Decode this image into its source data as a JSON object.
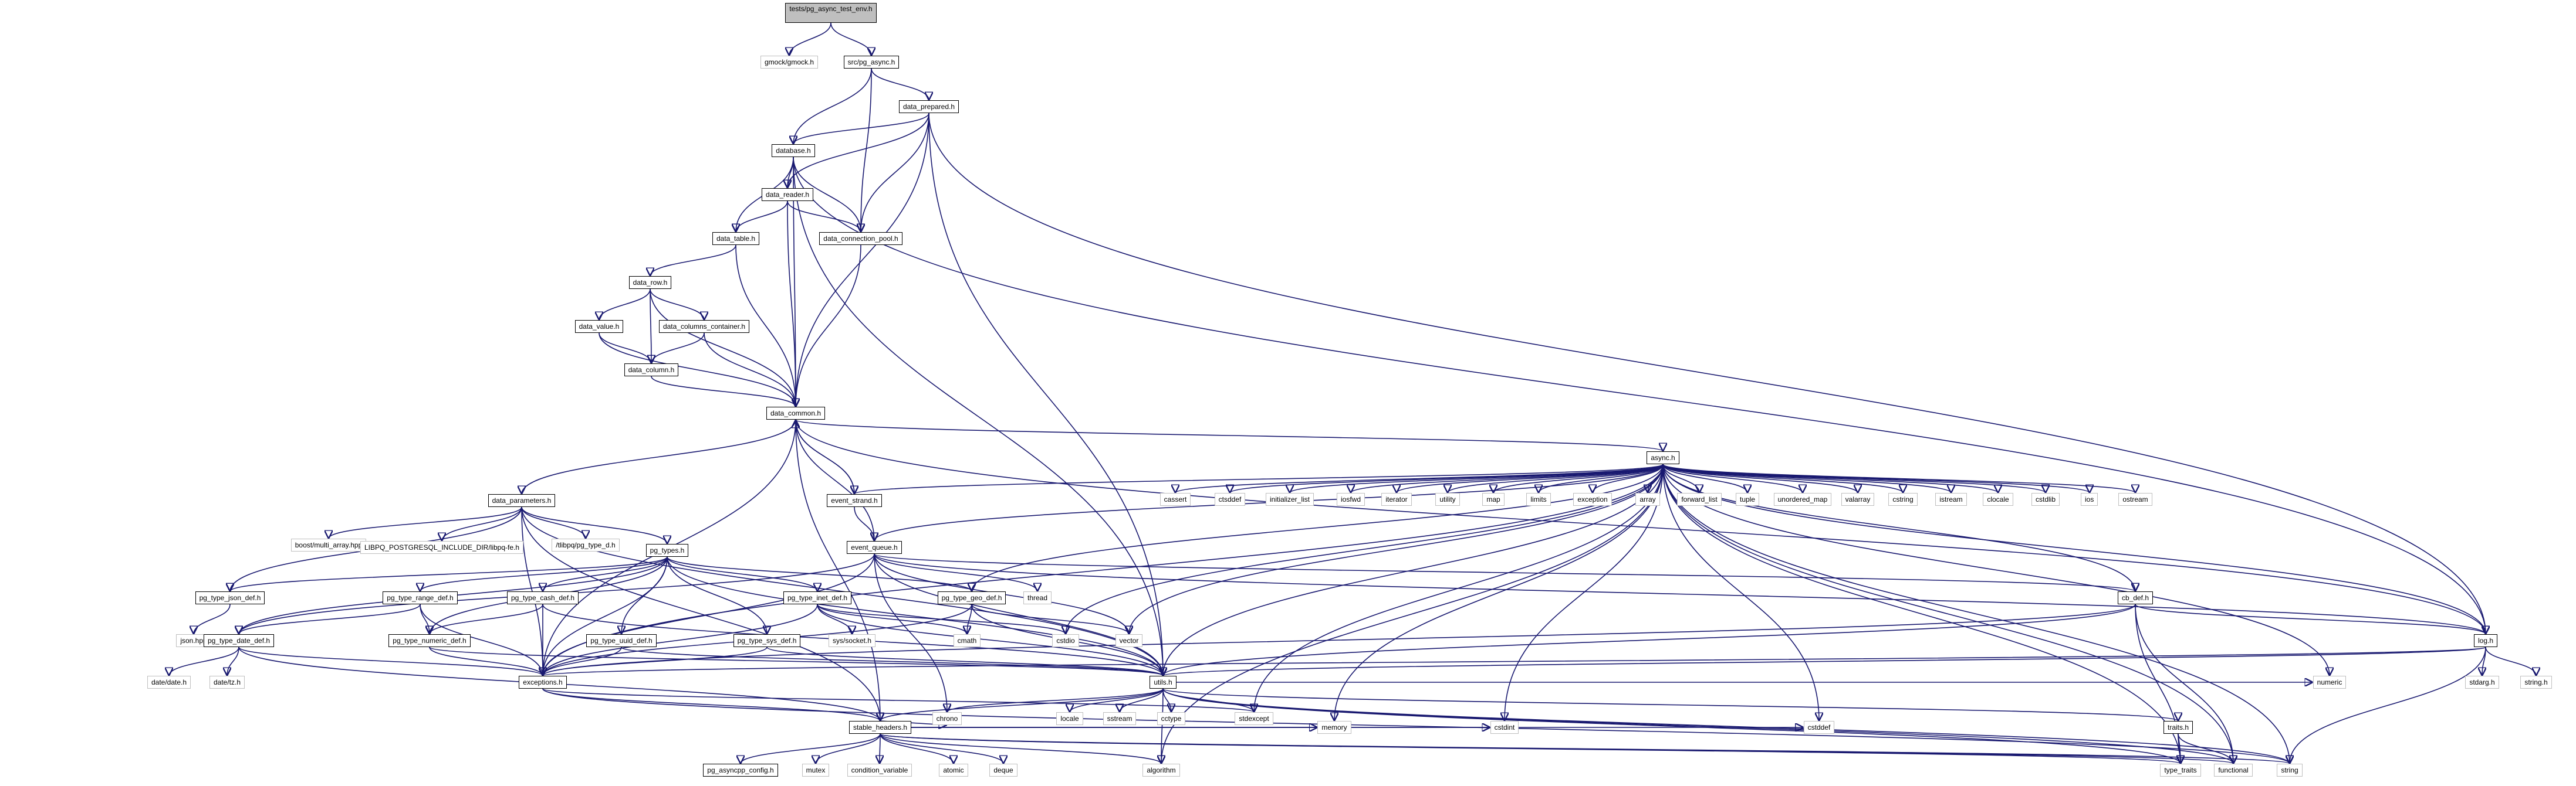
{
  "graph": {
    "title": "",
    "edge_color": "#191970",
    "nodes": [
      {
        "id": "root",
        "label": "tests/pg_async_test_env.h",
        "kind": "root"
      },
      {
        "id": "gmock",
        "label": "gmock/gmock.h",
        "kind": "system"
      },
      {
        "id": "pg_async",
        "label": "src/pg_async.h",
        "kind": "local"
      },
      {
        "id": "data_prepared",
        "label": "data_prepared.h",
        "kind": "local"
      },
      {
        "id": "database",
        "label": "database.h",
        "kind": "local"
      },
      {
        "id": "data_reader",
        "label": "data_reader.h",
        "kind": "local"
      },
      {
        "id": "data_table",
        "label": "data_table.h",
        "kind": "local"
      },
      {
        "id": "data_connection_pool",
        "label": "data_connection_pool.h",
        "kind": "local"
      },
      {
        "id": "data_row",
        "label": "data_row.h",
        "kind": "local"
      },
      {
        "id": "data_value",
        "label": "data_value.h",
        "kind": "local"
      },
      {
        "id": "data_columns_container",
        "label": "data_columns_container.h",
        "kind": "local"
      },
      {
        "id": "data_column",
        "label": "data_column.h",
        "kind": "local"
      },
      {
        "id": "data_common",
        "label": "data_common.h",
        "kind": "local"
      },
      {
        "id": "async",
        "label": "async.h",
        "kind": "local"
      },
      {
        "id": "event_strand",
        "label": "event_strand.h",
        "kind": "local"
      },
      {
        "id": "data_parameters",
        "label": "data_parameters.h",
        "kind": "local"
      },
      {
        "id": "event_queue",
        "label": "event_queue.h",
        "kind": "local"
      },
      {
        "id": "pg_types",
        "label": "pg_types.h",
        "kind": "local"
      },
      {
        "id": "boost_multi_array",
        "label": "boost/multi_array.hpp",
        "kind": "system"
      },
      {
        "id": "libpg_dir",
        "label": "LIBPQ_POSTGRESQL_INCLUDE_DIR/libpq-fe.h",
        "kind": "system"
      },
      {
        "id": "pg_type_d",
        "label": "/tlibpq/pg_type_d.h",
        "kind": "system"
      },
      {
        "id": "pg_type_json_def",
        "label": "pg_type_json_def.h",
        "kind": "local"
      },
      {
        "id": "json_hpp",
        "label": "json.hpp",
        "kind": "system"
      },
      {
        "id": "pg_type_range_def",
        "label": "pg_type_range_def.h",
        "kind": "local"
      },
      {
        "id": "pg_type_cash_def",
        "label": "pg_type_cash_def.h",
        "kind": "local"
      },
      {
        "id": "pg_type_inet_def",
        "label": "pg_type_inet_def.h",
        "kind": "local"
      },
      {
        "id": "pg_type_geo_def",
        "label": "pg_type_geo_def.h",
        "kind": "local"
      },
      {
        "id": "thread",
        "label": "thread",
        "kind": "system"
      },
      {
        "id": "pg_type_date_def",
        "label": "pg_type_date_def.h",
        "kind": "local"
      },
      {
        "id": "pg_type_numeric_def",
        "label": "pg_type_numeric_def.h",
        "kind": "local"
      },
      {
        "id": "pg_type_uuid_def",
        "label": "pg_type_uuid_def.h",
        "kind": "local"
      },
      {
        "id": "pg_type_sys_def",
        "label": "pg_type_sys_def.h",
        "kind": "local"
      },
      {
        "id": "sys_socket",
        "label": "sys/socket.h",
        "kind": "system"
      },
      {
        "id": "cmath",
        "label": "cmath",
        "kind": "system"
      },
      {
        "id": "cstdio",
        "label": "cstdio",
        "kind": "system"
      },
      {
        "id": "vector",
        "label": "vector",
        "kind": "system"
      },
      {
        "id": "cb_def",
        "label": "cb_def.h",
        "kind": "local"
      },
      {
        "id": "log",
        "label": "log.h",
        "kind": "local"
      },
      {
        "id": "date_date",
        "label": "date/date.h",
        "kind": "system"
      },
      {
        "id": "date_tz",
        "label": "date/tz.h",
        "kind": "system"
      },
      {
        "id": "exceptions",
        "label": "exceptions.h",
        "kind": "local"
      },
      {
        "id": "utils",
        "label": "utils.h",
        "kind": "local"
      },
      {
        "id": "stable_headers",
        "label": "stable_headers.h",
        "kind": "local"
      },
      {
        "id": "chrono",
        "label": "chrono",
        "kind": "system"
      },
      {
        "id": "locale",
        "label": "locale",
        "kind": "system"
      },
      {
        "id": "sstream",
        "label": "sstream",
        "kind": "system"
      },
      {
        "id": "cctype",
        "label": "cctype",
        "kind": "system"
      },
      {
        "id": "stdexcept",
        "label": "stdexcept",
        "kind": "system"
      },
      {
        "id": "pg_asyncpp_config",
        "label": "pg_asyncpp_config.h",
        "kind": "local"
      },
      {
        "id": "mutex",
        "label": "mutex",
        "kind": "system"
      },
      {
        "id": "condition_variable",
        "label": "condition_variable",
        "kind": "system"
      },
      {
        "id": "atomic",
        "label": "atomic",
        "kind": "system"
      },
      {
        "id": "deque",
        "label": "deque",
        "kind": "system"
      },
      {
        "id": "algorithm",
        "label": "algorithm",
        "kind": "system"
      },
      {
        "id": "memory",
        "label": "memory",
        "kind": "system"
      },
      {
        "id": "cstdint",
        "label": "cstdint",
        "kind": "system"
      },
      {
        "id": "cstddef",
        "label": "cstddef",
        "kind": "system"
      },
      {
        "id": "type_traits",
        "label": "type_traits",
        "kind": "system"
      },
      {
        "id": "functional",
        "label": "functional",
        "kind": "system"
      },
      {
        "id": "string",
        "label": "string",
        "kind": "system"
      },
      {
        "id": "traits",
        "label": "traits.h",
        "kind": "local"
      },
      {
        "id": "numeric",
        "label": "numeric",
        "kind": "system"
      },
      {
        "id": "stdarg",
        "label": "stdarg.h",
        "kind": "system"
      },
      {
        "id": "string_h",
        "label": "string.h",
        "kind": "system"
      },
      {
        "id": "cassert",
        "label": "cassert",
        "kind": "system"
      },
      {
        "id": "cstddef2",
        "label": "ctsddef",
        "kind": "system"
      },
      {
        "id": "initializer_list",
        "label": "initializer_list",
        "kind": "system"
      },
      {
        "id": "iosfwd",
        "label": "iosfwd",
        "kind": "system"
      },
      {
        "id": "iterator",
        "label": "iterator",
        "kind": "system"
      },
      {
        "id": "utility",
        "label": "utility",
        "kind": "system"
      },
      {
        "id": "map",
        "label": "map",
        "kind": "system"
      },
      {
        "id": "limits",
        "label": "limits",
        "kind": "system"
      },
      {
        "id": "exception",
        "label": "exception",
        "kind": "system"
      },
      {
        "id": "array",
        "label": "array",
        "kind": "system"
      },
      {
        "id": "forward_list",
        "label": "forward_list",
        "kind": "system"
      },
      {
        "id": "tuple",
        "label": "tuple",
        "kind": "system"
      },
      {
        "id": "unordered_map",
        "label": "unordered_map",
        "kind": "system"
      },
      {
        "id": "valarray",
        "label": "valarray",
        "kind": "system"
      },
      {
        "id": "cstring",
        "label": "cstring",
        "kind": "system"
      },
      {
        "id": "istream",
        "label": "istream",
        "kind": "system"
      },
      {
        "id": "clocale",
        "label": "clocale",
        "kind": "system"
      },
      {
        "id": "cstdlib",
        "label": "cstdlib",
        "kind": "system"
      },
      {
        "id": "ios",
        "label": "ios",
        "kind": "system"
      },
      {
        "id": "ostream",
        "label": "ostream",
        "kind": "system"
      }
    ],
    "edges": [
      [
        "root",
        "gmock"
      ],
      [
        "root",
        "pg_async"
      ],
      [
        "pg_async",
        "data_prepared"
      ],
      [
        "pg_async",
        "database"
      ],
      [
        "pg_async",
        "data_connection_pool"
      ],
      [
        "data_prepared",
        "database"
      ],
      [
        "data_prepared",
        "data_reader"
      ],
      [
        "data_prepared",
        "data_connection_pool"
      ],
      [
        "data_prepared",
        "data_common"
      ],
      [
        "data_prepared",
        "utils"
      ],
      [
        "data_prepared",
        "log"
      ],
      [
        "database",
        "data_reader"
      ],
      [
        "database",
        "data_table"
      ],
      [
        "database",
        "data_connection_pool"
      ],
      [
        "database",
        "data_common"
      ],
      [
        "database",
        "utils"
      ],
      [
        "database",
        "log"
      ],
      [
        "data_reader",
        "data_table"
      ],
      [
        "data_reader",
        "data_connection_pool"
      ],
      [
        "data_reader",
        "data_common"
      ],
      [
        "data_table",
        "data_row"
      ],
      [
        "data_table",
        "data_common"
      ],
      [
        "data_connection_pool",
        "data_common"
      ],
      [
        "data_row",
        "data_value"
      ],
      [
        "data_row",
        "data_columns_container"
      ],
      [
        "data_row",
        "data_column"
      ],
      [
        "data_row",
        "data_common"
      ],
      [
        "data_value",
        "data_column"
      ],
      [
        "data_value",
        "data_common"
      ],
      [
        "data_columns_container",
        "data_column"
      ],
      [
        "data_columns_container",
        "data_common"
      ],
      [
        "data_column",
        "data_common"
      ],
      [
        "data_common",
        "async"
      ],
      [
        "data_common",
        "event_strand"
      ],
      [
        "data_common",
        "data_parameters"
      ],
      [
        "data_common",
        "event_queue"
      ],
      [
        "data_common",
        "exceptions"
      ],
      [
        "data_common",
        "log"
      ],
      [
        "data_common",
        "stable_headers"
      ],
      [
        "event_strand",
        "data_common"
      ],
      [
        "event_strand",
        "event_queue"
      ],
      [
        "async",
        "event_strand"
      ],
      [
        "async",
        "event_queue"
      ],
      [
        "async",
        "cb_def"
      ],
      [
        "async",
        "log"
      ],
      [
        "async",
        "utils"
      ],
      [
        "async",
        "exceptions"
      ],
      [
        "async",
        "vector"
      ],
      [
        "async",
        "cstdio"
      ],
      [
        "async",
        "algorithm"
      ],
      [
        "async",
        "memory"
      ],
      [
        "async",
        "cstdint"
      ],
      [
        "async",
        "cstddef"
      ],
      [
        "async",
        "numeric"
      ],
      [
        "async",
        "functional"
      ],
      [
        "async",
        "string"
      ],
      [
        "async",
        "type_traits"
      ],
      [
        "async",
        "stdexcept"
      ],
      [
        "async",
        "pg_type_geo_def"
      ],
      [
        "async",
        "cassert"
      ],
      [
        "async",
        "cstddef2"
      ],
      [
        "async",
        "initializer_list"
      ],
      [
        "async",
        "iosfwd"
      ],
      [
        "async",
        "iterator"
      ],
      [
        "async",
        "utility"
      ],
      [
        "async",
        "map"
      ],
      [
        "async",
        "limits"
      ],
      [
        "async",
        "exception"
      ],
      [
        "async",
        "array"
      ],
      [
        "async",
        "forward_list"
      ],
      [
        "async",
        "tuple"
      ],
      [
        "async",
        "unordered_map"
      ],
      [
        "async",
        "valarray"
      ],
      [
        "async",
        "cstring"
      ],
      [
        "async",
        "istream"
      ],
      [
        "async",
        "clocale"
      ],
      [
        "async",
        "cstdlib"
      ],
      [
        "async",
        "ios"
      ],
      [
        "async",
        "ostream"
      ],
      [
        "data_parameters",
        "boost_multi_array"
      ],
      [
        "data_parameters",
        "libpg_dir"
      ],
      [
        "data_parameters",
        "pg_type_d"
      ],
      [
        "data_parameters",
        "pg_types"
      ],
      [
        "data_parameters",
        "exceptions"
      ],
      [
        "data_parameters",
        "utils"
      ],
      [
        "data_parameters",
        "stable_headers"
      ],
      [
        "data_parameters",
        "pg_type_json_def"
      ],
      [
        "event_queue",
        "thread"
      ],
      [
        "event_queue",
        "cb_def"
      ],
      [
        "event_queue",
        "vector"
      ],
      [
        "event_queue",
        "utils"
      ],
      [
        "event_queue",
        "exceptions"
      ],
      [
        "event_queue",
        "chrono"
      ],
      [
        "event_queue",
        "log"
      ],
      [
        "event_queue",
        "pg_type_date_def"
      ],
      [
        "pg_types",
        "pg_type_json_def"
      ],
      [
        "pg_types",
        "pg_type_range_def"
      ],
      [
        "pg_types",
        "pg_type_cash_def"
      ],
      [
        "pg_types",
        "pg_type_inet_def"
      ],
      [
        "pg_types",
        "pg_type_geo_def"
      ],
      [
        "pg_types",
        "pg_type_date_def"
      ],
      [
        "pg_types",
        "pg_type_numeric_def"
      ],
      [
        "pg_types",
        "pg_type_uuid_def"
      ],
      [
        "pg_types",
        "pg_type_sys_def"
      ],
      [
        "pg_types",
        "exceptions"
      ],
      [
        "pg_types",
        "utils"
      ],
      [
        "pg_type_json_def",
        "json_hpp"
      ],
      [
        "pg_type_range_def",
        "pg_type_numeric_def"
      ],
      [
        "pg_type_range_def",
        "pg_type_date_def"
      ],
      [
        "pg_type_range_def",
        "exceptions"
      ],
      [
        "pg_type_cash_def",
        "pg_type_numeric_def"
      ],
      [
        "pg_type_cash_def",
        "exceptions"
      ],
      [
        "pg_type_cash_def",
        "utils"
      ],
      [
        "pg_type_inet_def",
        "sys_socket"
      ],
      [
        "pg_type_inet_def",
        "cmath"
      ],
      [
        "pg_type_inet_def",
        "cstdio"
      ],
      [
        "pg_type_inet_def",
        "exceptions"
      ],
      [
        "pg_type_inet_def",
        "utils"
      ],
      [
        "pg_type_geo_def",
        "cmath"
      ],
      [
        "pg_type_geo_def",
        "vector"
      ],
      [
        "pg_type_geo_def",
        "exceptions"
      ],
      [
        "pg_type_geo_def",
        "utils"
      ],
      [
        "pg_type_date_def",
        "date_date"
      ],
      [
        "pg_type_date_def",
        "date_tz"
      ],
      [
        "pg_type_date_def",
        "exceptions"
      ],
      [
        "pg_type_date_def",
        "stable_headers"
      ],
      [
        "pg_type_numeric_def",
        "exceptions"
      ],
      [
        "pg_type_numeric_def",
        "utils"
      ],
      [
        "pg_type_uuid_def",
        "exceptions"
      ],
      [
        "pg_type_uuid_def",
        "utils"
      ],
      [
        "pg_type_sys_def",
        "exceptions"
      ],
      [
        "pg_type_sys_def",
        "utils"
      ],
      [
        "cb_def",
        "exceptions"
      ],
      [
        "cb_def",
        "utils"
      ],
      [
        "cb_def",
        "log"
      ],
      [
        "cb_def",
        "type_traits"
      ],
      [
        "cb_def",
        "functional"
      ],
      [
        "log",
        "stdarg"
      ],
      [
        "log",
        "string_h"
      ],
      [
        "log",
        "string"
      ],
      [
        "log",
        "exceptions"
      ],
      [
        "log",
        "utils"
      ],
      [
        "exceptions",
        "stable_headers"
      ],
      [
        "exceptions",
        "stdexcept"
      ],
      [
        "exceptions",
        "string"
      ],
      [
        "utils",
        "chrono"
      ],
      [
        "utils",
        "locale"
      ],
      [
        "utils",
        "sstream"
      ],
      [
        "utils",
        "cctype"
      ],
      [
        "utils",
        "stdexcept"
      ],
      [
        "utils",
        "algorithm"
      ],
      [
        "utils",
        "traits"
      ],
      [
        "utils",
        "numeric"
      ],
      [
        "utils",
        "string"
      ],
      [
        "utils",
        "functional"
      ],
      [
        "utils",
        "type_traits"
      ],
      [
        "utils",
        "stable_headers"
      ],
      [
        "traits",
        "type_traits"
      ],
      [
        "traits",
        "functional"
      ],
      [
        "stable_headers",
        "pg_asyncpp_config"
      ],
      [
        "stable_headers",
        "mutex"
      ],
      [
        "stable_headers",
        "condition_variable"
      ],
      [
        "stable_headers",
        "atomic"
      ],
      [
        "stable_headers",
        "deque"
      ],
      [
        "stable_headers",
        "algorithm"
      ],
      [
        "stable_headers",
        "memory"
      ],
      [
        "stable_headers",
        "cstdint"
      ],
      [
        "stable_headers",
        "cstddef"
      ],
      [
        "stable_headers",
        "functional"
      ],
      [
        "stable_headers",
        "string"
      ],
      [
        "stable_headers",
        "type_traits"
      ],
      [
        "stable_headers",
        "chrono"
      ]
    ]
  }
}
